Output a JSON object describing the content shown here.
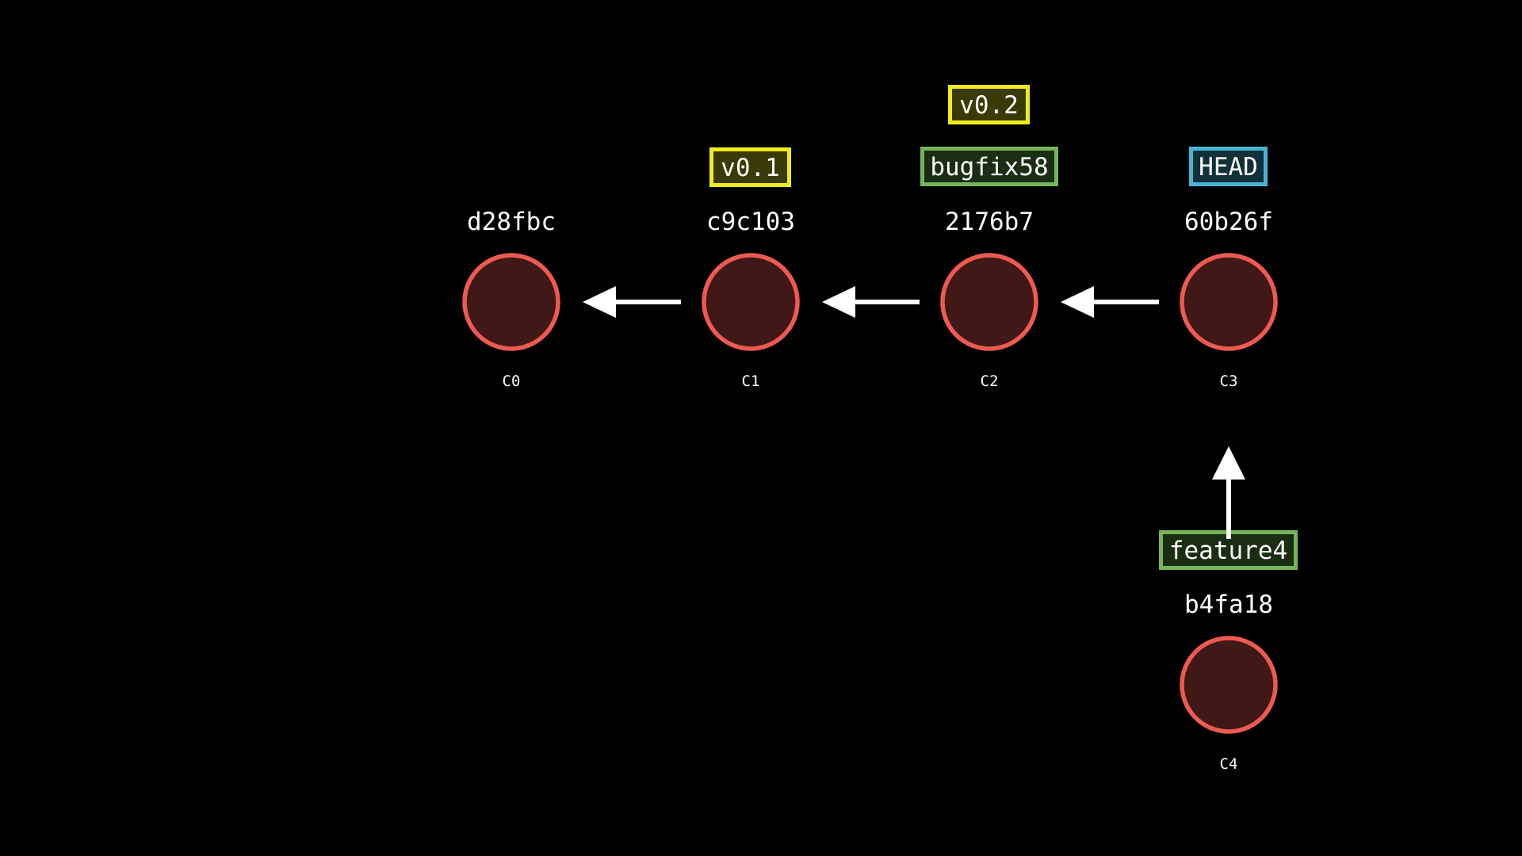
{
  "commits": [
    {
      "id": "C0",
      "hash": "d28fbc",
      "label": "C0"
    },
    {
      "id": "C1",
      "hash": "c9c103",
      "label": "C1"
    },
    {
      "id": "C2",
      "hash": "2176b7",
      "label": "C2"
    },
    {
      "id": "C3",
      "hash": "60b26f",
      "label": "C3"
    },
    {
      "id": "C4",
      "hash": "b4fa18",
      "label": "C4"
    }
  ],
  "edges": [
    {
      "from": "C1",
      "to": "C0"
    },
    {
      "from": "C2",
      "to": "C1"
    },
    {
      "from": "C3",
      "to": "C2"
    },
    {
      "from": "C4",
      "to": "C3"
    }
  ],
  "refs": [
    {
      "name": "v0.1",
      "type": "tag",
      "target": "C1"
    },
    {
      "name": "v0.2",
      "type": "tag",
      "target": "C2"
    },
    {
      "name": "bugfix58",
      "type": "branch",
      "target": "C2"
    },
    {
      "name": "HEAD",
      "type": "head",
      "target": "C3"
    },
    {
      "name": "feature4",
      "type": "branch",
      "target": "C4"
    }
  ],
  "colors": {
    "background": "#000000",
    "commit_fill": "#401816",
    "commit_stroke": "#ee5a52",
    "arrow": "#ffffff",
    "tag_stroke": "#f0ec1a",
    "tag_fill": "#3a3a06",
    "branch_stroke": "#76b45a",
    "branch_fill": "#1a2e14",
    "head_stroke": "#48b4d4",
    "head_fill": "#12303a"
  }
}
